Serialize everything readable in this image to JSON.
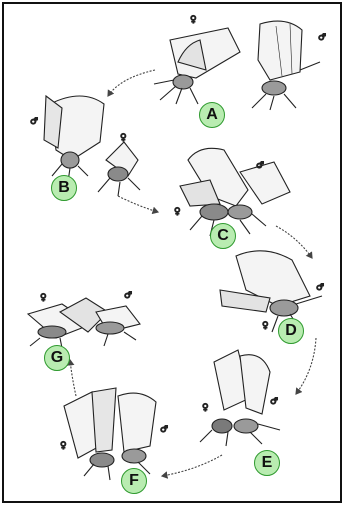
{
  "diagram": {
    "stages": [
      {
        "label": "A"
      },
      {
        "label": "B"
      },
      {
        "label": "C"
      },
      {
        "label": "D"
      },
      {
        "label": "E"
      },
      {
        "label": "F"
      },
      {
        "label": "G"
      }
    ],
    "symbols": {
      "female": "♀",
      "male": "♂"
    },
    "colors": {
      "badge_fill": "#b9ecb1",
      "badge_border": "#2f9a2f",
      "ink": "#222222",
      "frame": "#111111"
    }
  }
}
